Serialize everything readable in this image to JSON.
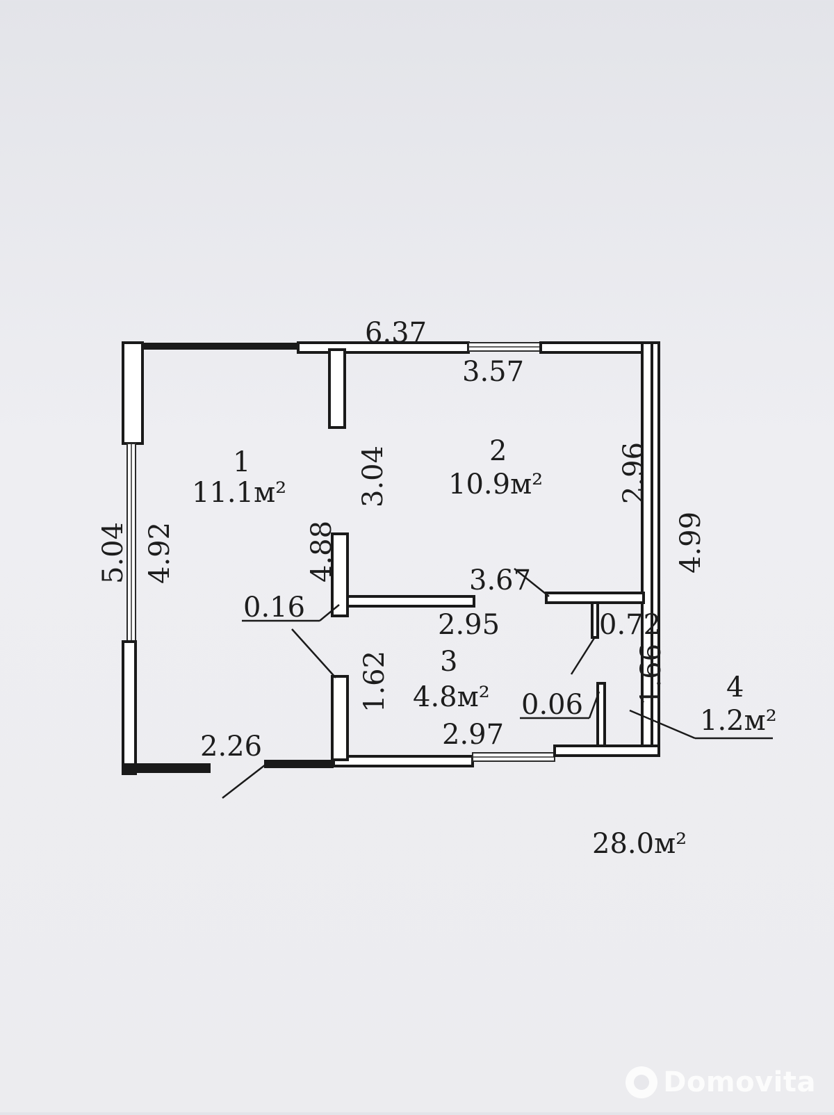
{
  "plan": {
    "dimensions": {
      "top_outer": "6.37",
      "top_inner_room2": "3.57",
      "partition_upper": "3.04",
      "right_inner": "2.96",
      "right_outer": "4.99",
      "left_outer": "5.04",
      "left_inner": "4.92",
      "partition_height": "4.88",
      "wall_thickness": "0.16",
      "corridor_top": "3.67",
      "corridor_mid": "2.95",
      "bath_width": "0.72",
      "partition_lower": "1.62",
      "bath_height": "1.66",
      "thin_wall": "0.06",
      "bottom_room3": "2.97",
      "bottom_room1": "2.26"
    },
    "rooms": [
      {
        "number": "1",
        "area": "11.1м²"
      },
      {
        "number": "2",
        "area": "10.9м²"
      },
      {
        "number": "3",
        "area": "4.8м²"
      },
      {
        "number": "4",
        "area": "1.2м²"
      }
    ],
    "total_area": "28.0м²"
  },
  "watermark": {
    "text": "Domovita",
    "icon": "domovita-logo-icon"
  }
}
